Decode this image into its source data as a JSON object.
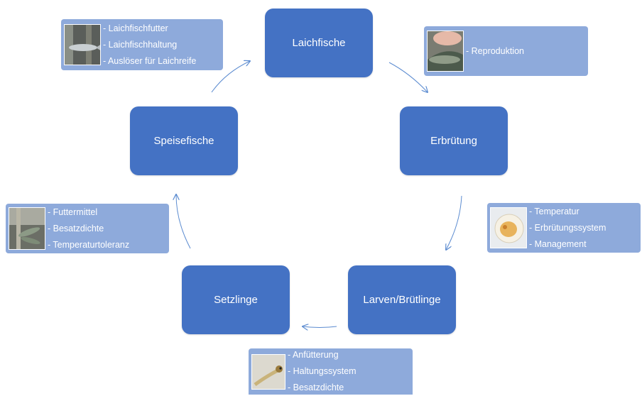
{
  "nodes": {
    "laichfische": "Laichfische",
    "erbruetung": "Erbrütung",
    "larven": "Larven/Brütlinge",
    "setzlinge": "Setzlinge",
    "speisefische": "Speisefische"
  },
  "notes": {
    "laichfische": [
      "- Laichfischfutter",
      "- Laichfischhaltung",
      "- Auslöser für Laichreife"
    ],
    "erbruetung": [
      "- Reproduktion"
    ],
    "larven": [
      "- Temperatur",
      "- Erbrütungssystem",
      "- Management"
    ],
    "setzlinge": [
      "- Anfütterung",
      "- Haltungssystem",
      "- Besatzdichte"
    ],
    "speisefische": [
      "- Futtermittel",
      "- Besatzdichte",
      "- Temperaturtoleranz"
    ]
  },
  "colors": {
    "node_fill": "#4472c4",
    "note_fill": "#8eaadb",
    "arrow": "#5b8bd0"
  },
  "icons": {
    "laichfische": "fish-photo-icon",
    "erbruetung": "hand-fish-photo-icon",
    "larven": "egg-photo-icon",
    "setzlinge": "larva-photo-icon",
    "speisefische": "fish-tank-photo-icon"
  }
}
